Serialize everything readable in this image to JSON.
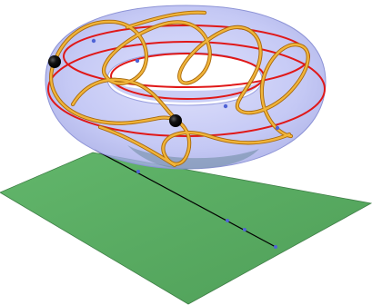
{
  "scene": {
    "description_kind": "3d-geometry-render",
    "objects": {
      "torus": {
        "color": "#b3b8f2",
        "rim_color": "#7f86c9"
      },
      "plane": {
        "color": "#5cb065",
        "edge_color": "#3f7f47"
      },
      "red_circles": {
        "color": "#e01818",
        "count": 3
      },
      "orange_curve": {
        "color": "#e6a21e",
        "outline_color": "#a8680a"
      },
      "black_points": {
        "color": "#0a0a0a",
        "count": 2
      },
      "blue_points": {
        "color": "#4f63d6",
        "count": 8
      },
      "section_line": {
        "color": "#000000"
      }
    }
  }
}
